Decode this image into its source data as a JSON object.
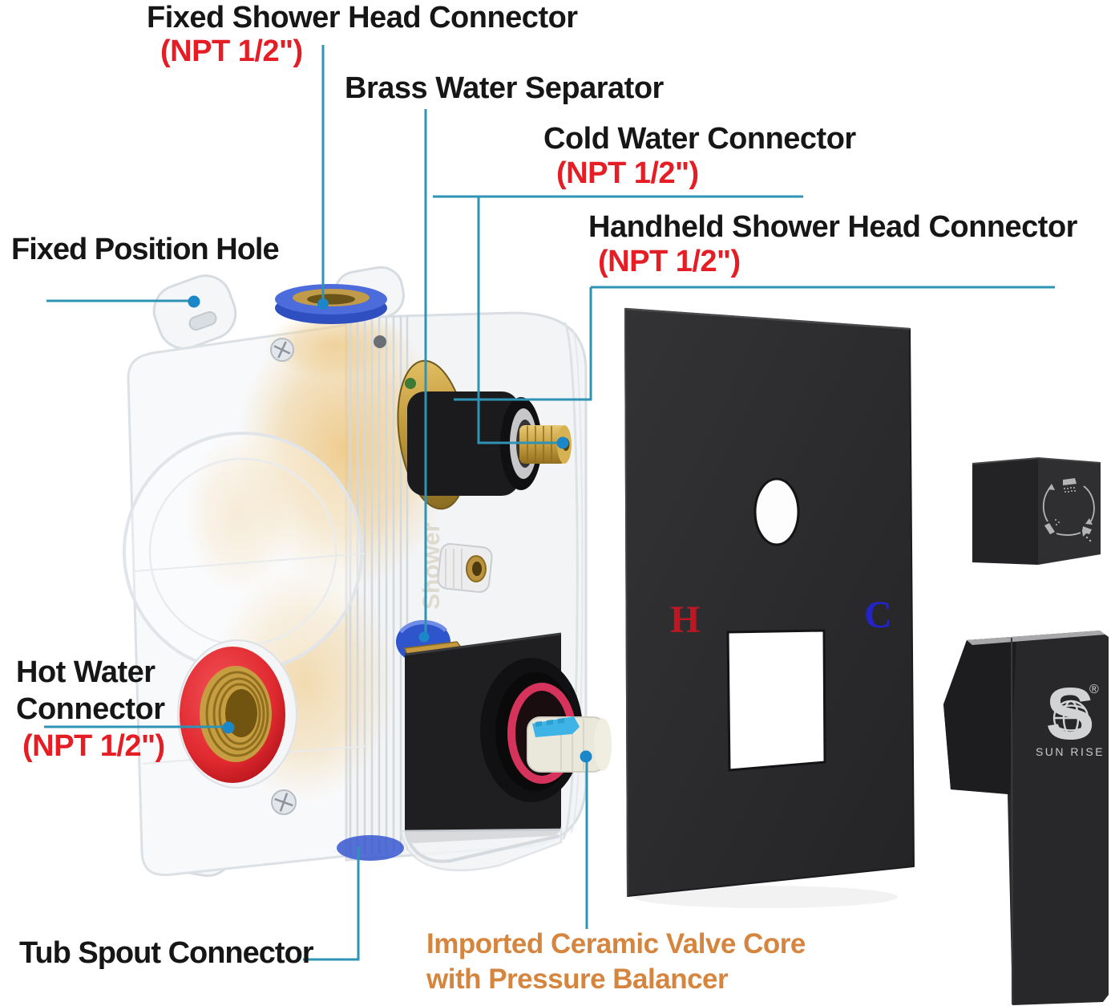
{
  "annotations": {
    "fixed_shower_head": {
      "label": "Fixed Shower Head Connector",
      "spec": "(NPT 1/2\")"
    },
    "brass_water_separator": {
      "label": "Brass Water Separator"
    },
    "cold_water": {
      "label": "Cold Water Connector",
      "spec": "(NPT 1/2\")"
    },
    "handheld_shower_head": {
      "label": "Handheld Shower Head Connector",
      "spec": "(NPT 1/2\")"
    },
    "fixed_position_hole": {
      "label": "Fixed Position Hole"
    },
    "hot_water": {
      "label_line1": "Hot Water",
      "label_line2": "Connector",
      "spec": "(NPT 1/2\")"
    },
    "tub_spout": {
      "label": "Tub Spout Connector"
    },
    "ceramic_valve_core": {
      "label_line1": "Imported Ceramic Valve Core",
      "label_line2": "with Pressure Balancer"
    }
  },
  "trim_plate": {
    "hot_marker": "H",
    "cold_marker": "C"
  },
  "handle_branding": {
    "logo_letter": "S",
    "registered_mark": "®",
    "brand_name": "SUN RISE"
  },
  "valve_body": {
    "molded_watermark": "Shower"
  },
  "colors": {
    "label_text": "#161616",
    "spec_red": "#e41e24",
    "ceramic_orange": "#d5853e",
    "leader_line": "#2e93b5",
    "leader_dot": "#1b86c8",
    "plate_hot_red": "#c01622",
    "plate_cold_blue": "#2323c8",
    "matte_black": "#28282a",
    "brass": "#c69f42",
    "hot_ring_red": "#e33036",
    "port_blue": "#3c5ed2"
  }
}
